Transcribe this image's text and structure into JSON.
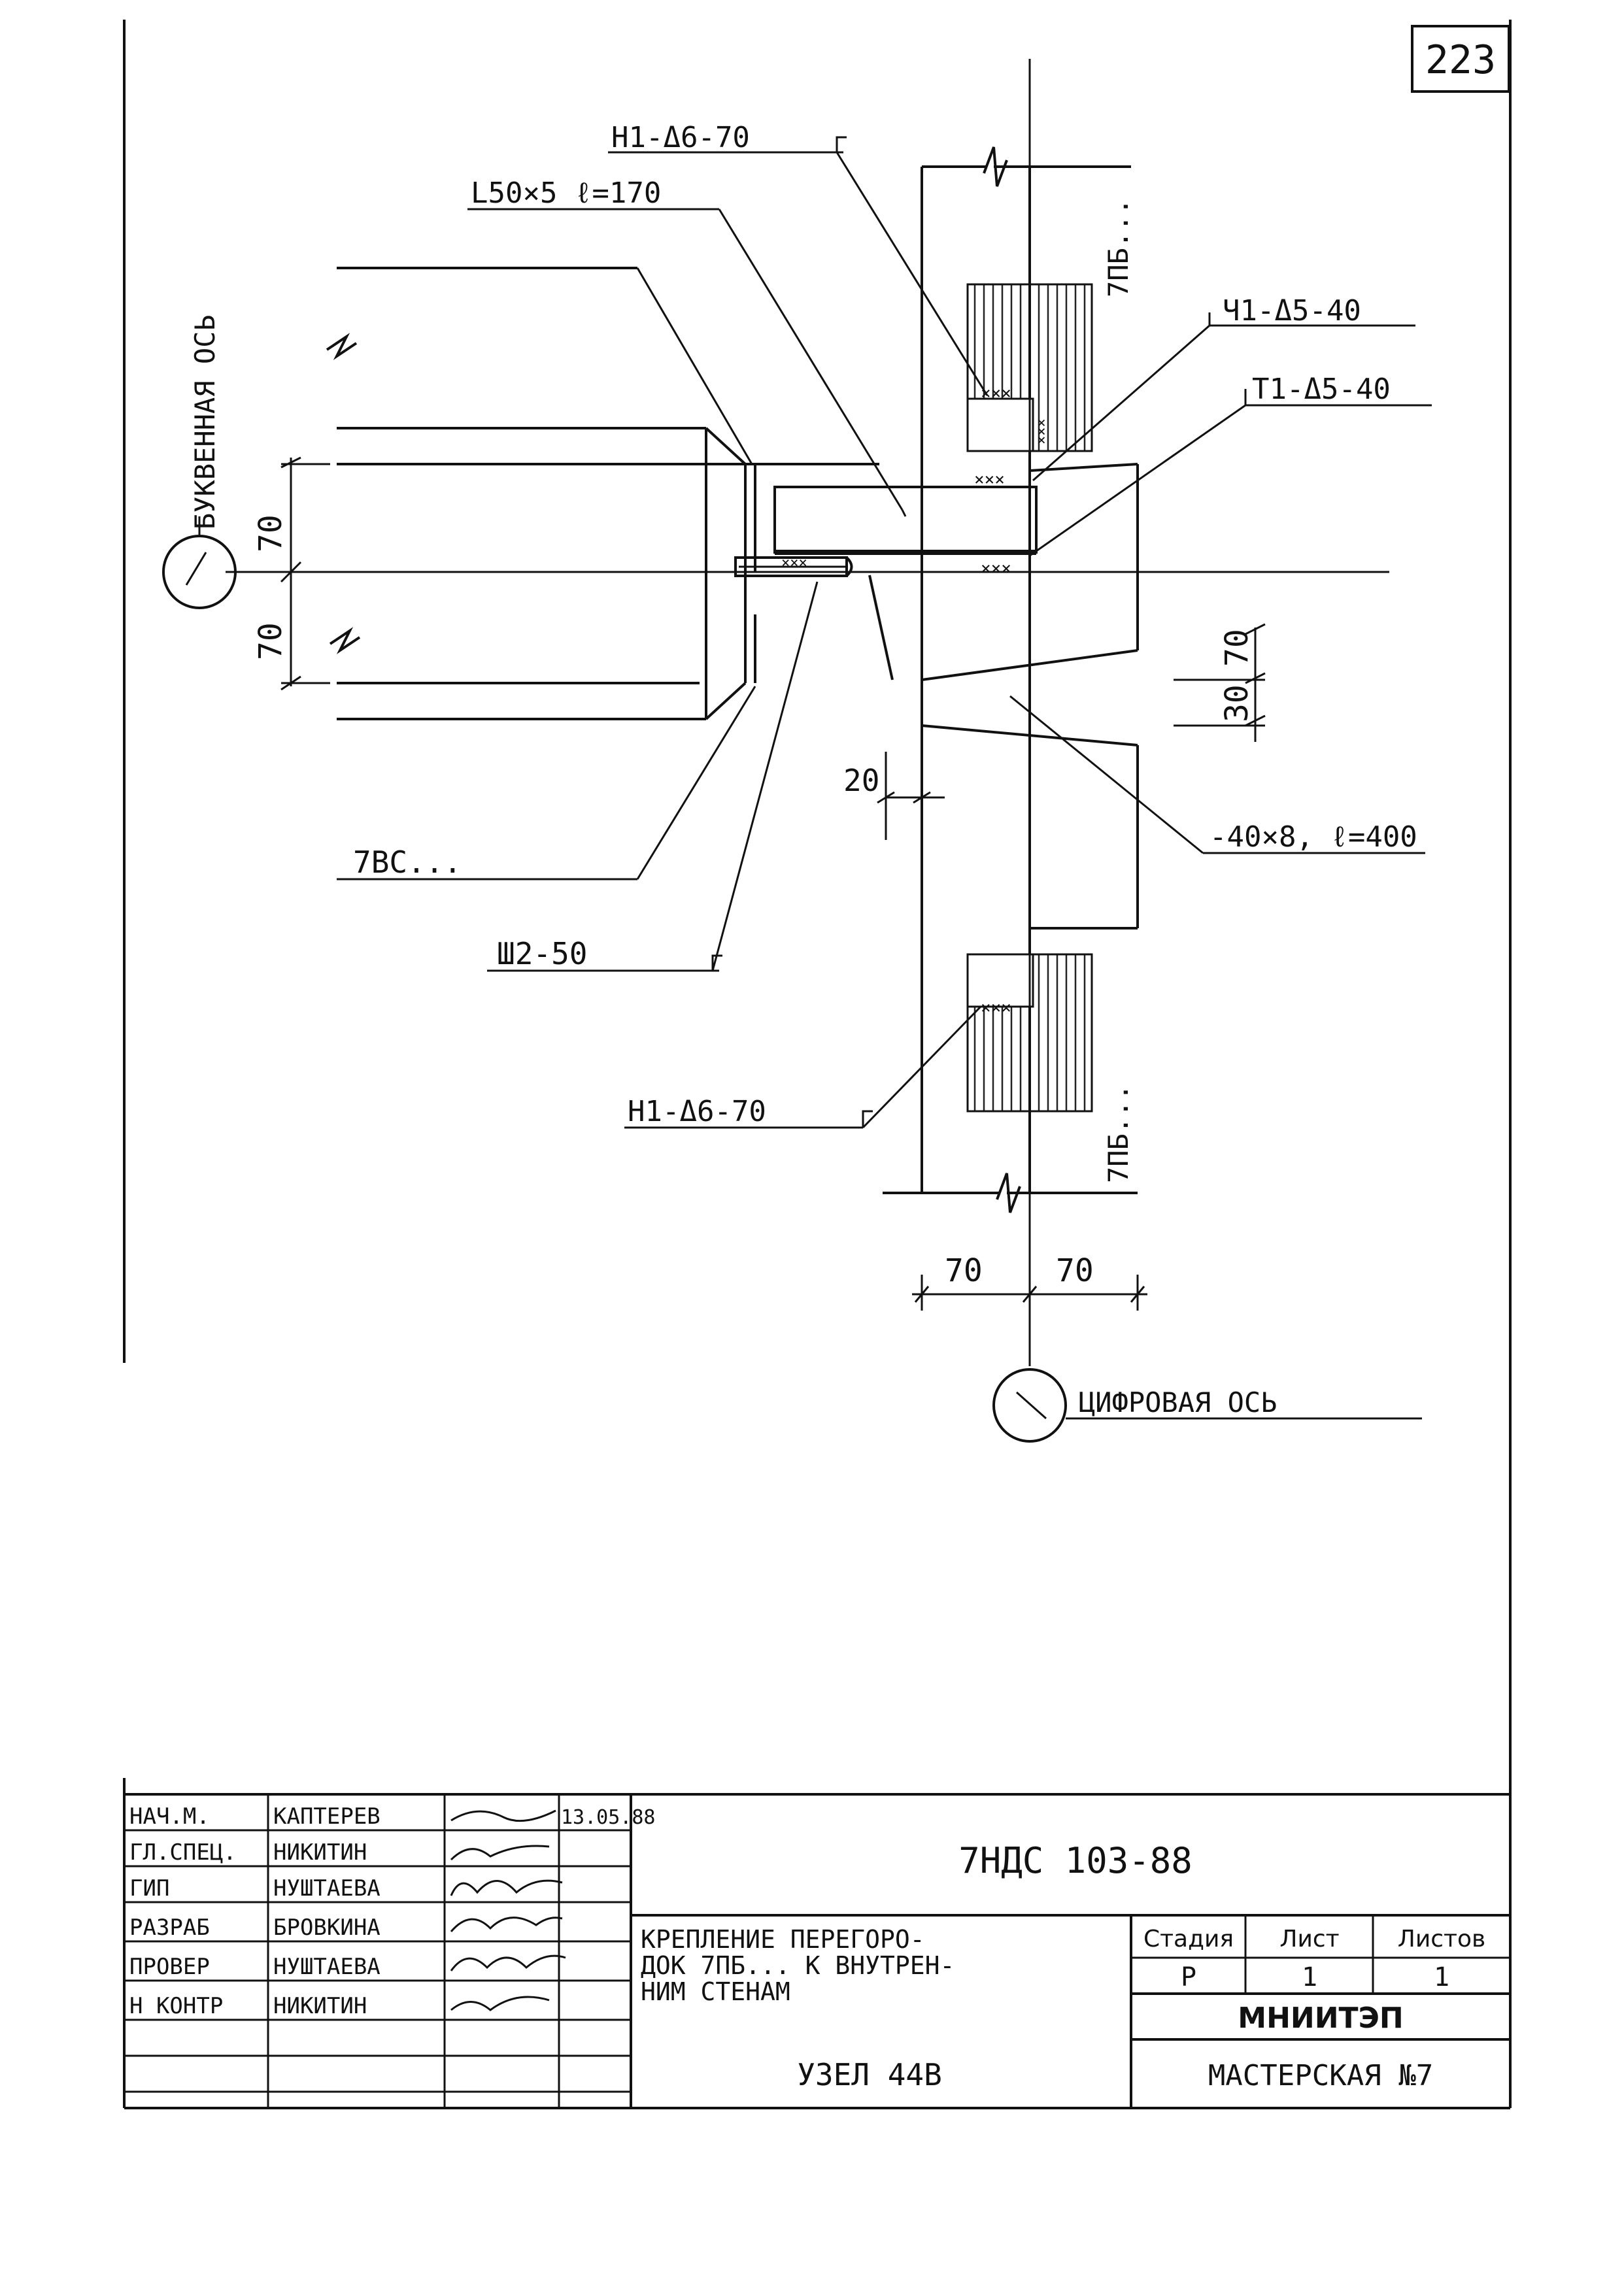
{
  "sheet_number": "223",
  "axes": {
    "letter_axis": "БУКВЕННАЯ ОСЬ",
    "digit_axis": "ЦИФРОВАЯ ОСЬ"
  },
  "callouts": {
    "n1_d6_70_top": "Н1-Δ6-70",
    "angle": "L50×5 ℓ=170",
    "upb_top": "7ПБ...",
    "ch1_d5_40": "Ч1-Δ5-40",
    "t1_d5_40": "Т1-Δ5-40",
    "plate": "-40×8, ℓ=400",
    "vs": "7ВС...",
    "sh2_50": "Ш2-50",
    "n1_d6_70_bottom": "Н1-Δ6-70",
    "upb_bottom": "7ПБ..."
  },
  "dimensions": {
    "d70_upper": "70",
    "d70_lower": "70",
    "d70_right": "70",
    "d30": "30",
    "d20": "20",
    "d70_bottom_left": "70",
    "d70_bottom_right": "70"
  },
  "title_block": {
    "roles": [
      "НАЧ.М.",
      "ГЛ.СПЕЦ.",
      "ГИП",
      "РАЗРАБ",
      "ПРОВЕР",
      "Н КОНТР"
    ],
    "names": [
      "КАПТЕРЕВ",
      "НИКИТИН",
      "НУШТАЕВА",
      "БРОВКИНА",
      "НУШТАЕВА",
      "НИКИТИН"
    ],
    "date": "13.05.88",
    "document_code": "7НДС 103-88",
    "title": "КРЕПЛЕНИЕ ПЕРЕГОРО-ДОК 7ПБ... К ВНУТРЕН-НИМ СТЕНАМ",
    "title_lines": [
      "КРЕПЛЕНИЕ ПЕРЕГОРО-",
      "ДОК 7ПБ... К ВНУТРЕН-",
      "НИМ СТЕНАМ"
    ],
    "node": "УЗЕЛ 44В",
    "stage_label": "Стадия",
    "sheet_label": "Лист",
    "sheets_label": "Листов",
    "stage_value": "Р",
    "sheet_value": "1",
    "sheets_value": "1",
    "organization": "МНИИТЭП",
    "workshop": "МАСТЕРСКАЯ №7"
  }
}
